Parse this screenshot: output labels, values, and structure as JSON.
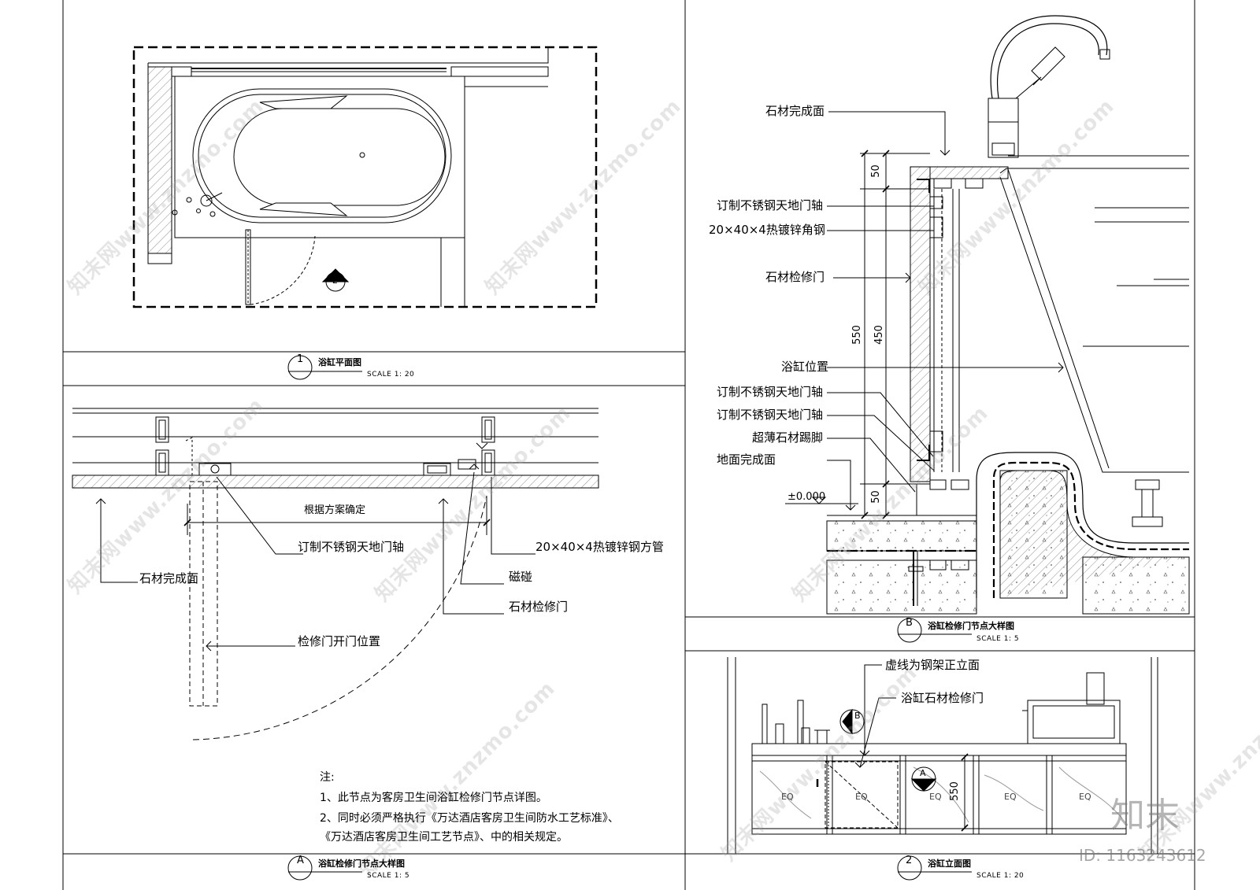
{
  "views": {
    "plan": {
      "number": "1",
      "title": "浴缸平面图",
      "scale": "SCALE  1: 20",
      "section_mark": "2"
    },
    "detail_a": {
      "number": "A",
      "title": "浴缸检修门节点大样图",
      "scale": "SCALE  1: 5"
    },
    "detail_b": {
      "number": "B",
      "title": "浴缸检修门节点大样图",
      "scale": "SCALE  1: 5"
    },
    "elevation": {
      "number": "2",
      "title": "浴缸立面图",
      "scale": "SCALE  1: 20"
    }
  },
  "detail_a_labels": {
    "dim": "根据方案确定",
    "pivot": "订制不锈钢天地门轴",
    "tube": "20×40×4热镀锌钢方管",
    "stone_face": "石材完成面",
    "magnet": "磁碰",
    "door": "石材检修门",
    "open_pos": "检修门开门位置"
  },
  "detail_b_labels": {
    "stone_face": "石材完成面",
    "pivot_top": "订制不锈钢天地门轴",
    "angle": "20×40×4热镀锌角钢",
    "door": "石材检修门",
    "tub_pos": "浴缸位置",
    "pivot_1": "订制不锈钢天地门轴",
    "pivot_2": "订制不锈钢天地门轴",
    "skirting": "超薄石材踢脚",
    "floor": "地面完成面",
    "level": "±0.000",
    "dims": [
      "50",
      "550",
      "450",
      "50"
    ]
  },
  "elevation_labels": {
    "dashed": "虚线为钢架正立面",
    "door": "浴缸石材检修门",
    "eq": [
      "EQ",
      "EQ",
      "EQ",
      "EQ",
      "EQ"
    ],
    "height": "550",
    "mark_b": "B",
    "mark_a": "A"
  },
  "notes": {
    "heading": "注:",
    "line1": "1、此节点为客房卫生间浴缸检修门节点详图。",
    "line2": "2、同时必须严格执行《万达酒店客房卫生间防水工艺标准》、",
    "line3": "《万达酒店客房卫生间工艺节点》、中的相关规定。"
  },
  "watermark": {
    "text": "知末网www.znzmo.com",
    "logo": "知末",
    "id": "ID: 1163243612"
  }
}
